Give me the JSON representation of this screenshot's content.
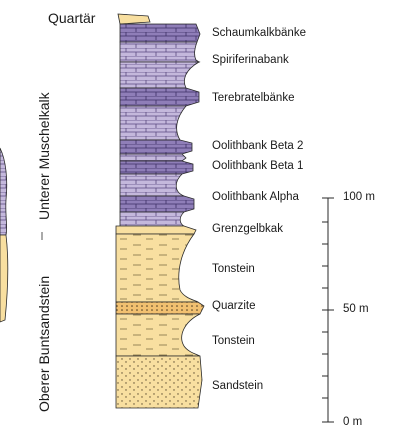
{
  "top_unit": "Quartär",
  "formations": [
    {
      "name": "Unterer Muschelkalk"
    },
    {
      "name": "Oberer Buntsandstein"
    }
  ],
  "layers": [
    {
      "label": "Schaumkalkbänke",
      "lithology": "limestone"
    },
    {
      "label": "Spiriferinabank",
      "lithology": "limestone"
    },
    {
      "label": "Terebratelbänke",
      "lithology": "limestone"
    },
    {
      "label": "Oolithbank Beta 2",
      "lithology": "limestone"
    },
    {
      "label": "Oolithbank Beta 1",
      "lithology": "limestone"
    },
    {
      "label": "Oolithbank Alpha",
      "lithology": "limestone"
    },
    {
      "label": "Grenzgelbkak",
      "lithology": "marl"
    },
    {
      "label": "Tonstein",
      "lithology": "claystone"
    },
    {
      "label": "Quarzite",
      "lithology": "quartzite"
    },
    {
      "label": "Tonstein",
      "lithology": "claystone"
    },
    {
      "label": "Sandstein",
      "lithology": "sandstone"
    }
  ],
  "scale": {
    "labels": [
      "100 m",
      "50 m",
      "0 m"
    ]
  },
  "colors": {
    "limestone": "#c4b8dc",
    "limestone_dark": "#8a78b4",
    "sand": "#f8dfa0",
    "quartzite": "#f2c070",
    "line": "#2a2a2a"
  }
}
